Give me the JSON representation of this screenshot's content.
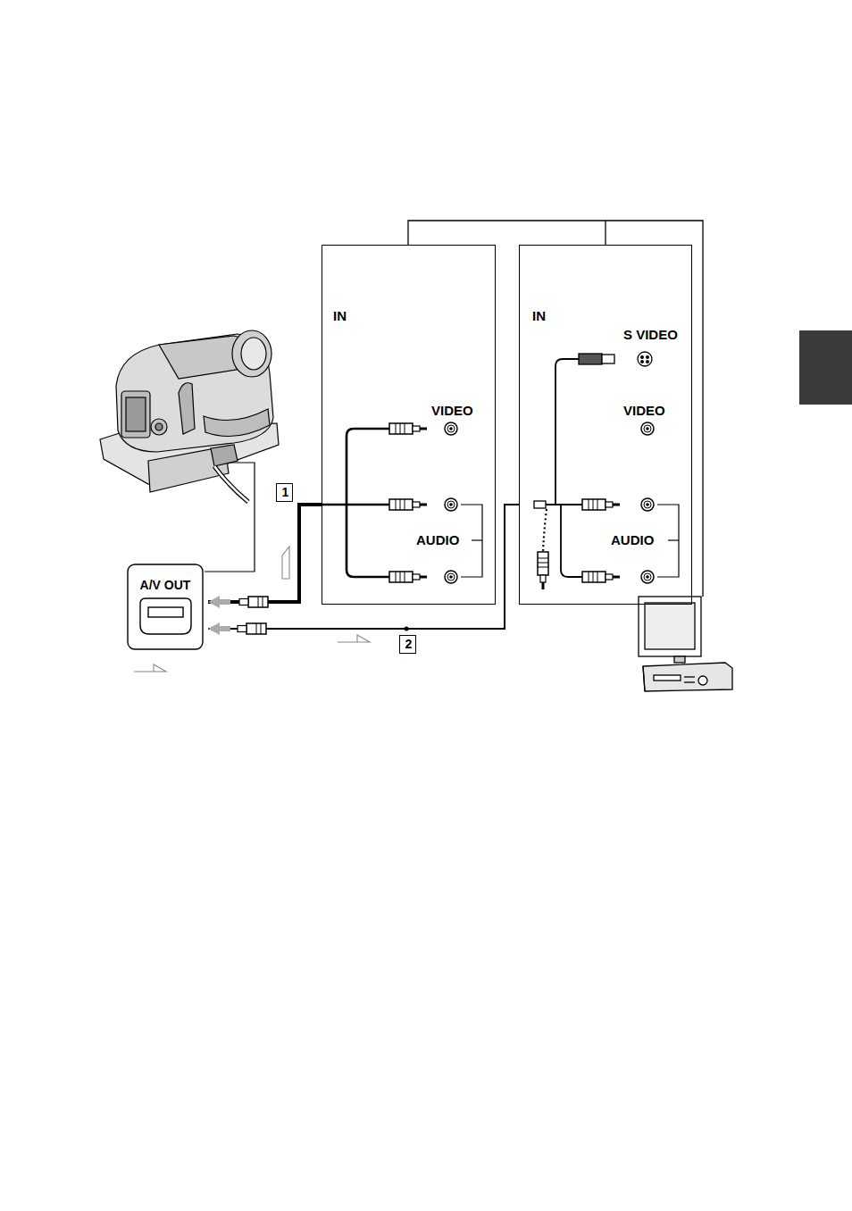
{
  "diagram": {
    "nodes": [
      {
        "text": [
          "A/V OUT"
        ]
      },
      {
        "text": [
          "IN",
          "VIDEO",
          "AUDIO"
        ]
      },
      {
        "text": [
          "IN",
          "S VIDEO",
          "VIDEO",
          "AUDIO"
        ]
      },
      {
        "text": [
          "1"
        ]
      },
      {
        "text": [
          "2"
        ]
      }
    ],
    "edges": [
      {
        "from": 0,
        "to": 1,
        "arrow": "none"
      },
      {
        "from": 0,
        "to": 2,
        "arrow": "none"
      }
    ]
  }
}
